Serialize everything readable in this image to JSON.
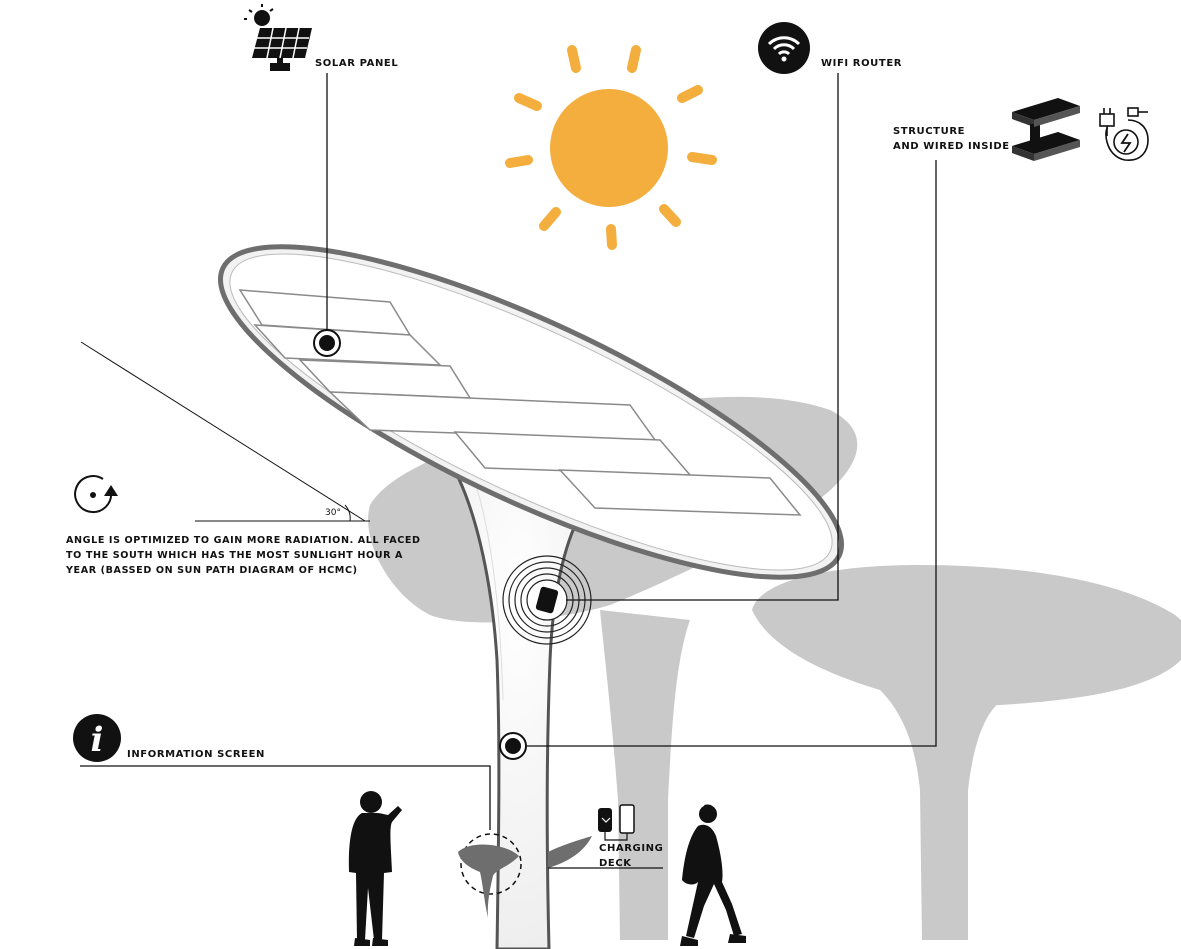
{
  "labels": {
    "solar_panel": "SOLAR PANEL",
    "wifi_router": "WIFI ROUTER",
    "structure_line1": "STRUCTURE",
    "structure_line2": "AND WIRED INSIDE",
    "angle_text": "ANGLE IS OPTIMIZED TO GAIN MORE RADIATION. ALL FACED TO THE SOUTH WHICH HAS THE MOST SUNLIGHT HOUR A YEAR (BASSED ON SUN PATH DIAGRAM OF HCMC)",
    "angle_degree": "30°",
    "information_screen": "INFORMATION SCREEN",
    "charging_line1": "CHARGING",
    "charging_line2": "DECK",
    "info_glyph": "i"
  },
  "icons": {
    "solar": "solar-panel-icon",
    "wifi": "wifi-icon",
    "structure": "steel-beam-icon",
    "plug": "power-plug-icon",
    "rotate": "rotate-icon",
    "info": "info-icon",
    "charging": "phone-charging-icon"
  },
  "colors": {
    "sun": "#F4AE3D",
    "shadow": "#C9C9C9",
    "ink": "#111111",
    "panel_stroke": "#6E6E6E"
  }
}
